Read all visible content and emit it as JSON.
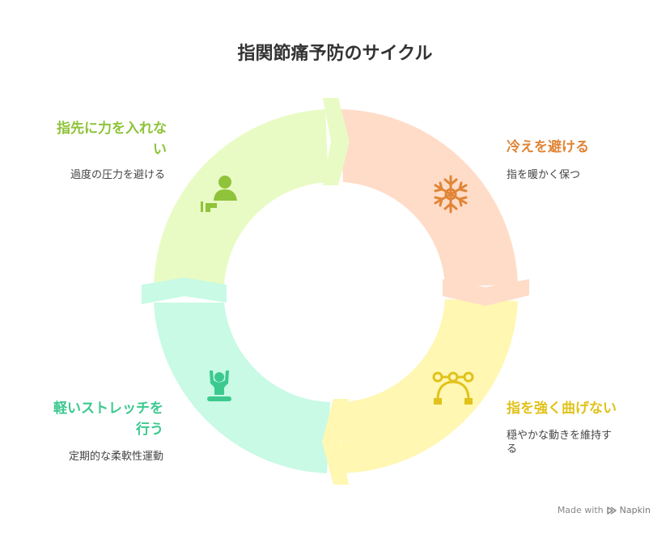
{
  "title": "指関節痛予防のサイクル",
  "colors": {
    "green": "#8fc33a",
    "orange": "#e08536",
    "yellow": "#e1c21b",
    "teal": "#3cc98f",
    "green_fill": "#e9fbc4",
    "orange_fill": "#ffdcc8",
    "yellow_fill": "#fff7b2",
    "teal_fill": "#c8fae5"
  },
  "steps": [
    {
      "key": "top-left",
      "heading_lines": [
        "指先に力を入れな",
        "い"
      ],
      "description_lines": [
        "過度の圧力を避ける"
      ],
      "icon": "person-pressing-icon"
    },
    {
      "key": "top-right",
      "heading_lines": [
        "冷えを避ける"
      ],
      "description_lines": [
        "指を暖かく保つ"
      ],
      "icon": "snowflake-icon"
    },
    {
      "key": "bottom-right",
      "heading_lines": [
        "指を強く曲げない"
      ],
      "description_lines": [
        "穏やかな動きを維持す",
        "る"
      ],
      "icon": "bezier-curve-icon"
    },
    {
      "key": "bottom-left",
      "heading_lines": [
        "軽いストレッチを",
        "行う"
      ],
      "description_lines": [
        "定期的な柔軟性運動"
      ],
      "icon": "stretching-person-icon"
    }
  ],
  "footer": {
    "prefix": "Made with",
    "brand": "Napkin",
    "icon": "napkin-logo-icon"
  }
}
